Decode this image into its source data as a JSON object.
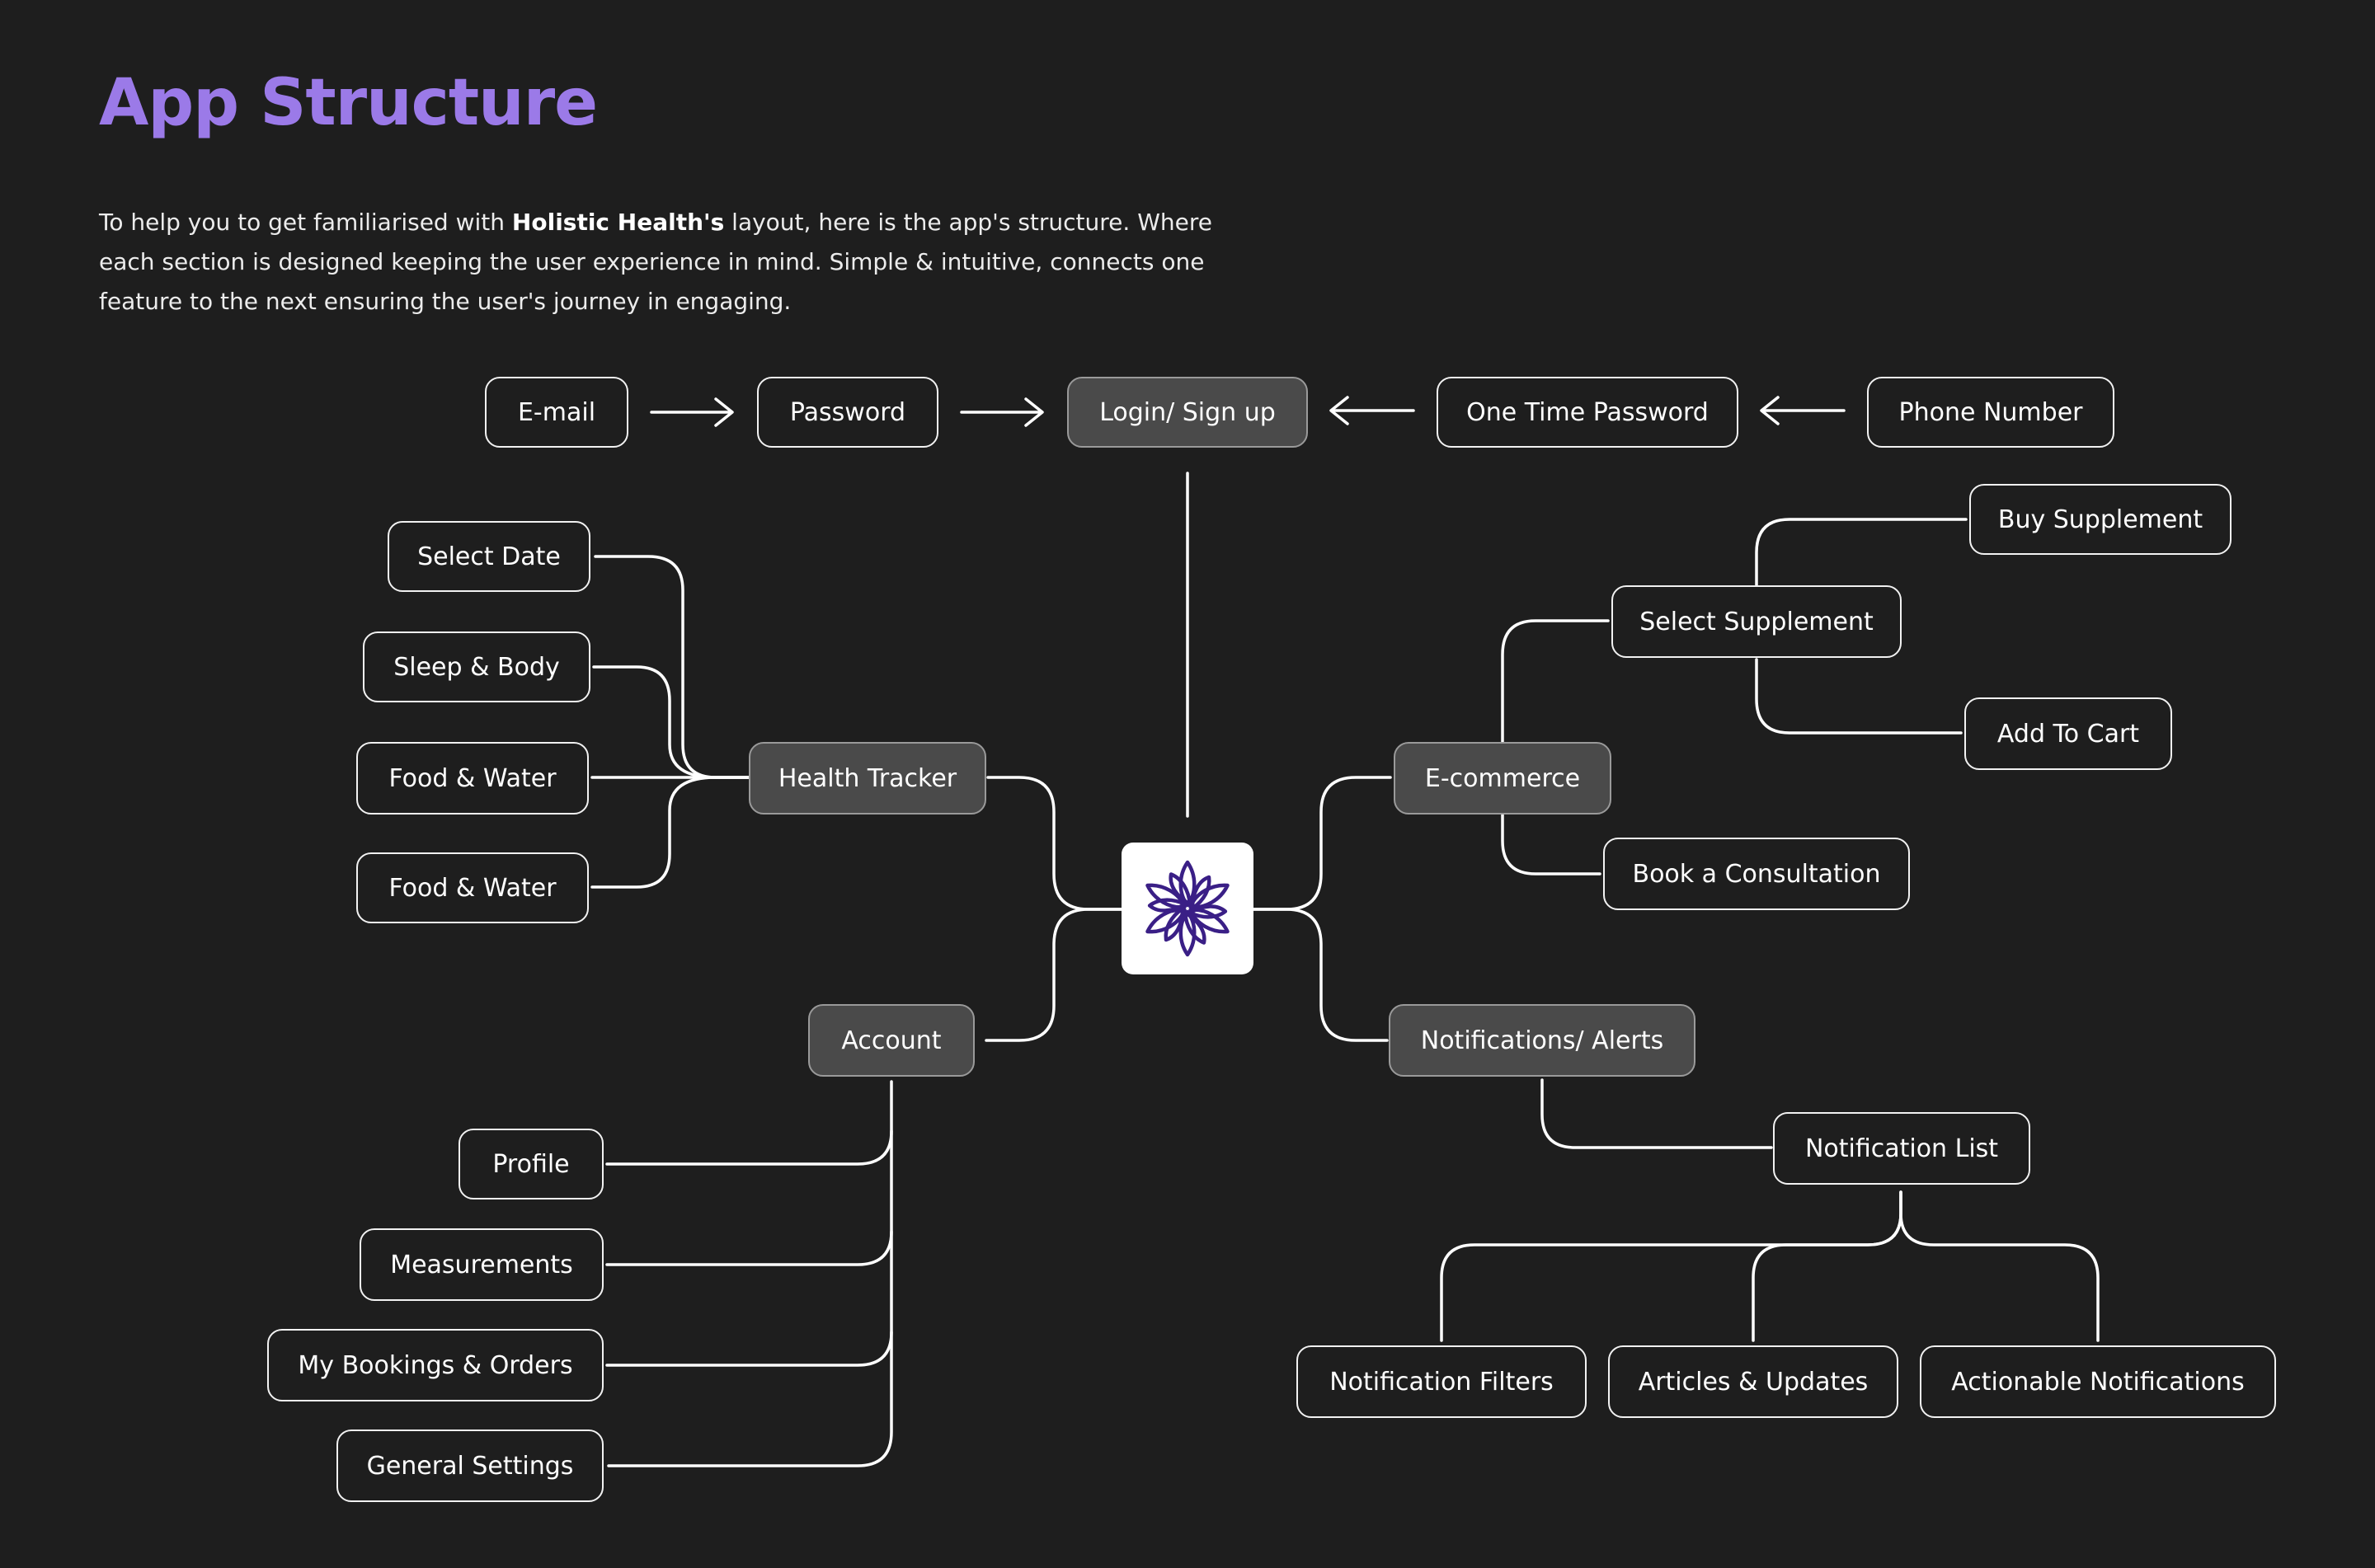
{
  "page": {
    "title": "App Structure",
    "intro_part1": "To help you to get familiarised with ",
    "intro_bold": "Holistic Health's",
    "intro_part2": " layout, here is the app's structure. Where each section is designed keeping the user experience in mind. Simple & intuitive, connects one feature to the next ensuring the user's journey in engaging."
  },
  "colors": {
    "background": "#1e1e1e",
    "title_accent": "#9b7ae8",
    "node_border": "#f2f2f2",
    "primary_node_fill": "#4a4a4a",
    "logo_color": "#3a1f86"
  },
  "login_flow": {
    "email": "E-mail",
    "password": "Password",
    "login": "Login/ Sign up",
    "otp": "One Time Password",
    "phone": "Phone Number"
  },
  "health_tracker": {
    "label": "Health Tracker",
    "children": [
      "Select Date",
      "Sleep & Body",
      "Food & Water",
      "Food & Water"
    ]
  },
  "ecommerce": {
    "label": "E-commerce",
    "select_supplement": "Select Supplement",
    "buy_supplement": "Buy Supplement",
    "add_to_cart": "Add To Cart",
    "book_consultation": "Book a Consultation"
  },
  "account": {
    "label": "Account",
    "children": [
      "Profile",
      "Measurements",
      "My Bookings & Orders",
      "General Settings"
    ]
  },
  "notifications": {
    "label": "Notifications/ Alerts",
    "list": "Notification List",
    "children": [
      "Notification Filters",
      "Articles & Updates",
      "Actionable Notifications"
    ]
  },
  "logo": {
    "icon": "lotus-flower-icon"
  }
}
